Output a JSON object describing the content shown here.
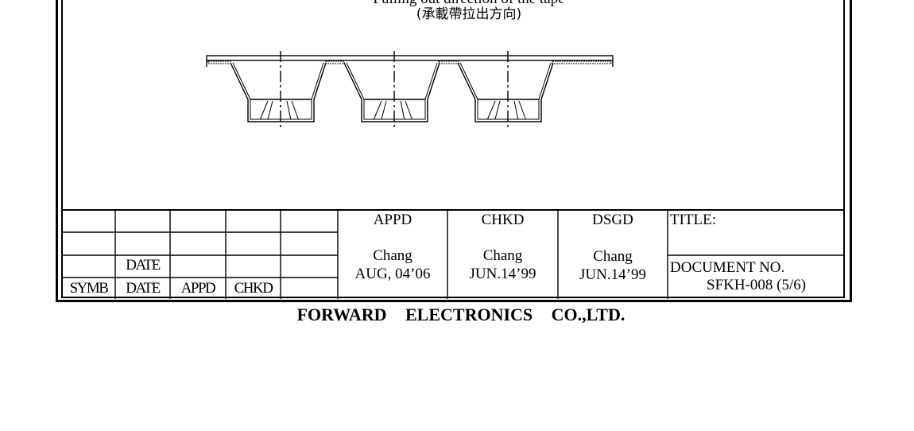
{
  "drawing": {
    "direction_label_en": "Pulling out direction of the tape",
    "direction_label_zh": "(承載帶拉出方向)"
  },
  "revision_table": {
    "headers": [
      "SYMB",
      "DATE",
      "APPD",
      "CHKD",
      ""
    ],
    "extra_label": "DATE"
  },
  "approvals": [
    {
      "role": "APPD",
      "name": "Chang",
      "date": "AUG, 04’06"
    },
    {
      "role": "CHKD",
      "name": "Chang",
      "date": "JUN.14’99"
    },
    {
      "role": "DSGD",
      "name": "Chang",
      "date": "JUN.14’99"
    }
  ],
  "title_block": {
    "title_label": "TITLE:",
    "document_no_label": "DOCUMENT NO.",
    "document_no": "SFKH-008 (5/6)"
  },
  "company": "FORWARD ELECTRONICS CO.,LTD."
}
